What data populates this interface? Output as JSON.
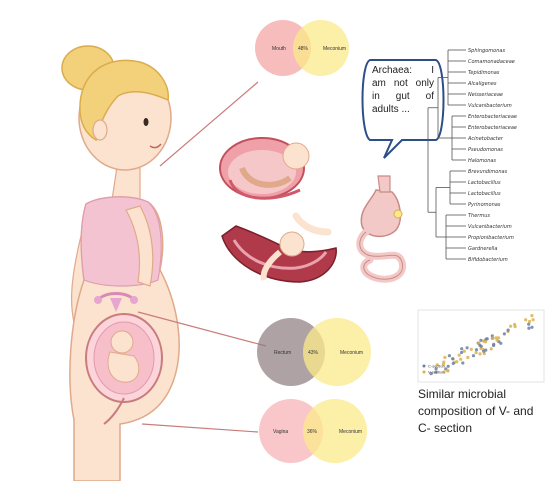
{
  "venns": [
    {
      "left": "Mouth",
      "right": "Meconium",
      "overlap": "48%",
      "left_color": "#f4a6a6",
      "right_color": "#fbe98a"
    },
    {
      "left": "Rectum",
      "right": "Meconium",
      "overlap": "43%",
      "left_color": "#8c7a7e",
      "right_color": "#fbe98a"
    },
    {
      "left": "Vagina",
      "right": "Meconium",
      "overlap": "36%",
      "left_color": "#f7b3b8",
      "right_color": "#fbe98a"
    }
  ],
  "speech_bubble": {
    "text": "Archaea: I am not only in gut of adults ..."
  },
  "tree": {
    "taxa": [
      "Sphingomonas",
      "Comamonadaceae",
      "Tepidimonas",
      "Alcaligenes",
      "Neisseriaceae",
      "Vulcanibacterium",
      "Enterobacteriaceae",
      "Enterobacteriaceae",
      "Acinetobacter",
      "Pseudomonas",
      "Halomonas",
      "Brevundimonas",
      "Lactobacillus",
      "Lactobacillus",
      "Pyrinomonas",
      "Thermus",
      "Vulcanibacterium",
      "Propionibacterium",
      "Gardnerella",
      "Bifidobacterium"
    ]
  },
  "scatter": {
    "legend": [
      "C-section",
      "V-section"
    ],
    "colors": {
      "c_section": "#6b7fa8",
      "v_section": "#d9b34a"
    }
  },
  "caption": "Similar microbial composition of V- and C- section",
  "colors": {
    "skin": "#fbe3cf",
    "skin_outline": "#e0a98a",
    "hair": "#f3d07a",
    "hair_dark": "#d9ad4f",
    "top": "#f4c3d1",
    "uterus": "#b03a4a",
    "line": "#c97c7c"
  },
  "icons": [
    "pregnant-woman-illustration",
    "fetus-in-uterus-icon",
    "birth-canal-icon",
    "stomach-intestine-icon",
    "phylogenetic-tree-icon",
    "scatter-plot-icon",
    "speech-bubble-icon"
  ]
}
